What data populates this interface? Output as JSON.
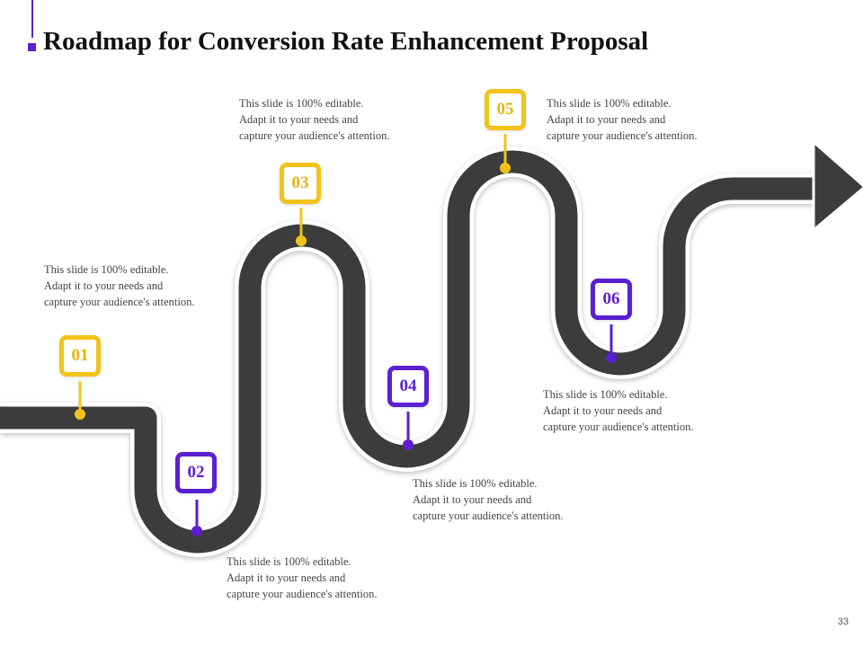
{
  "title": "Roadmap for Conversion Rate Enhancement Proposal",
  "page_number": "33",
  "colors": {
    "accent": "#5b1fd1",
    "yellow": "#f2c31a",
    "road": "#3c3c3c"
  },
  "steps": [
    {
      "number": "01",
      "color": "yellow",
      "lines": [
        "This slide is 100% editable.",
        "Adapt it to your needs and",
        "capture your audience's attention."
      ]
    },
    {
      "number": "02",
      "color": "purple",
      "lines": [
        "This slide is 100% editable.",
        "Adapt it to your needs and",
        "capture your audience's attention."
      ]
    },
    {
      "number": "03",
      "color": "yellow",
      "lines": [
        "This slide is 100% editable.",
        "Adapt it to your needs and",
        "capture your audience's attention."
      ]
    },
    {
      "number": "04",
      "color": "purple",
      "lines": [
        "This slide is 100% editable.",
        "Adapt it to your needs and",
        "capture your audience's attention."
      ]
    },
    {
      "number": "05",
      "color": "yellow",
      "lines": [
        "This slide is 100% editable.",
        "Adapt it to your needs and",
        "capture your audience's attention."
      ]
    },
    {
      "number": "06",
      "color": "purple",
      "lines": [
        "This slide is 100% editable.",
        "Adapt it to your needs and",
        "capture your audience's attention."
      ]
    }
  ]
}
